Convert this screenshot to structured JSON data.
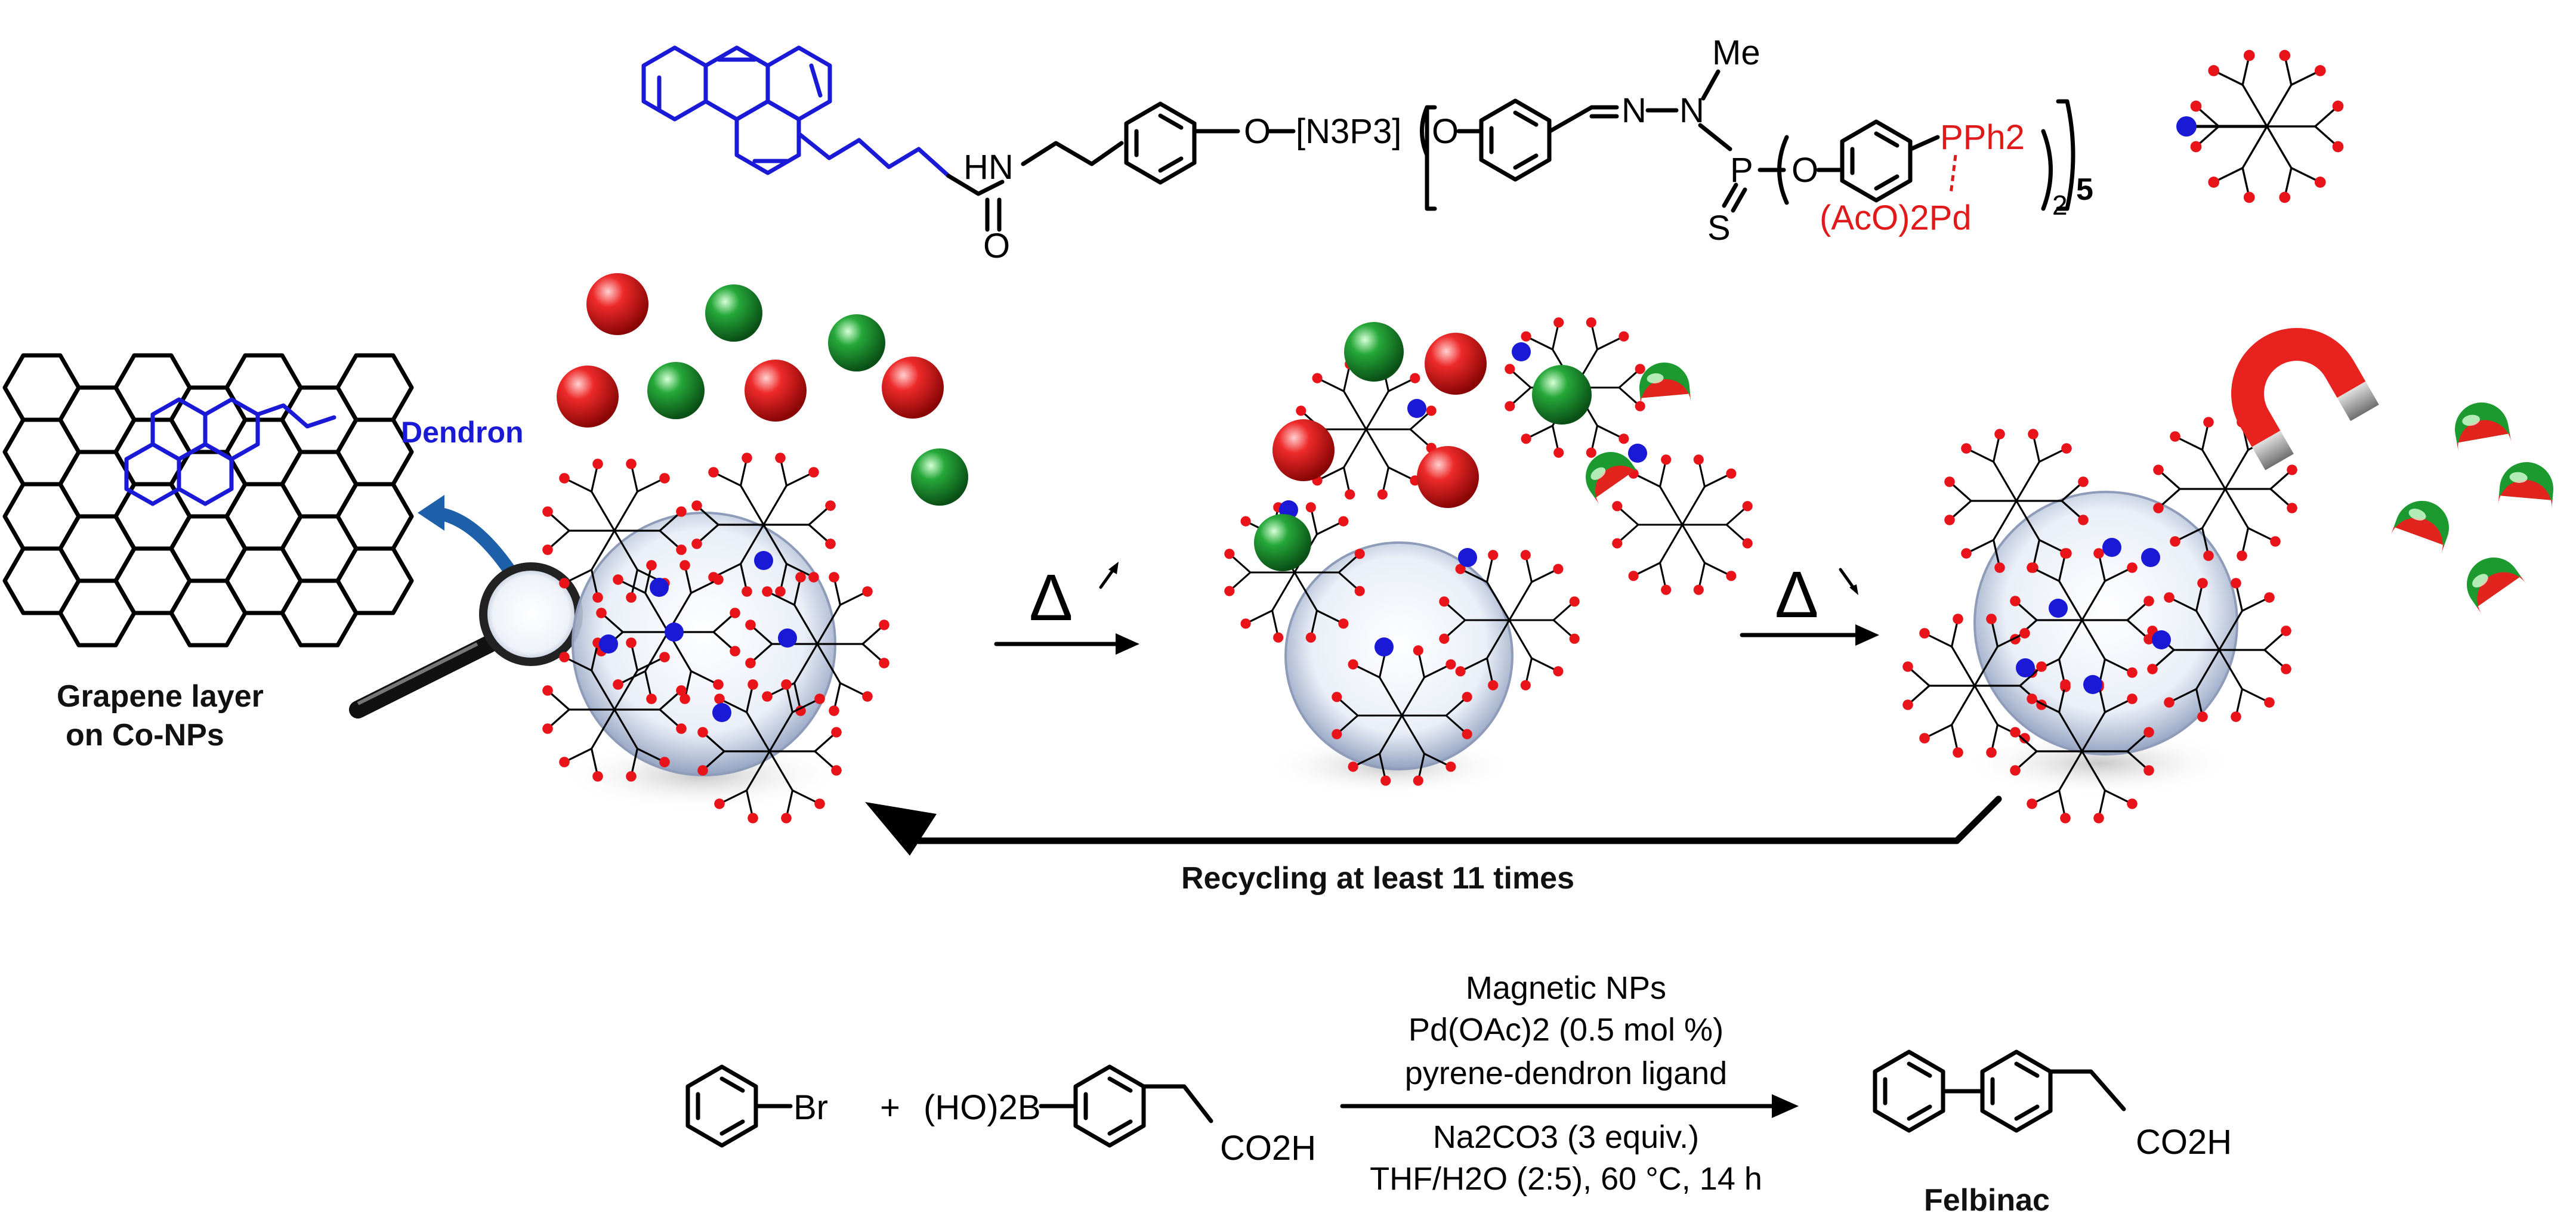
{
  "ligand": {
    "nh": "HN",
    "o_carbonyl": "O",
    "linker_o": "O",
    "n3p3": "[N3P3]",
    "o_left": "O",
    "n1": "N",
    "n2": "N",
    "methyl": "Me",
    "p": "P",
    "s": "S",
    "o_right": "O",
    "pph2": "PPh2",
    "pd": "(AcO)2Pd",
    "subscript_2": "2",
    "subscript_5": "5"
  },
  "labels": {
    "dendron": "Dendron",
    "graphene_line1": "Grapene layer",
    "graphene_line2": "on Co-NPs",
    "heat_up": "Δ",
    "heat_down": "Δ",
    "recycling": "Recycling at least 11 times"
  },
  "reaction": {
    "br": "Br",
    "plus": "+",
    "boronic": "(HO)2B",
    "co2h_reactant": "CO2H",
    "co2h_product": "CO2H",
    "cond1": "Magnetic NPs",
    "cond2": "Pd(OAc)2 (0.5 mol %)",
    "cond3": "pyrene-dendron ligand",
    "cond4": "Na2CO3 (3 equiv.)",
    "cond5": "THF/H2O (2:5), 60 °C, 14 h",
    "product_name": "Felbinac"
  },
  "colors": {
    "pyrene_blue": "#1a1ad6",
    "pd_red": "#e01a1a",
    "sphere_red": "#d81818",
    "sphere_green": "#1b9a2e",
    "bubble": "#c9d3e6",
    "magnet_red": "#e8231f",
    "magnet_steel": "#9a9a9a"
  },
  "icons": [
    "magnifier-icon",
    "curved-arrow-icon",
    "magnet-icon",
    "dendrimer-icon",
    "bubble-icon",
    "red-sphere-icon",
    "green-sphere-icon",
    "capsule-icon"
  ]
}
